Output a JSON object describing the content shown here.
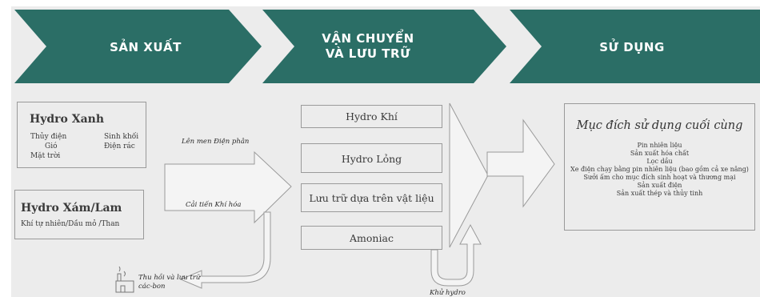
{
  "chevrons": {
    "production": "SẢN XUẤT",
    "transport_line1": "VẬN CHUYỂN",
    "transport_line2": "VÀ LƯU TRỮ",
    "usage": "SỬ DỤNG"
  },
  "green_hydrogen": {
    "title": "Hydro Xanh",
    "sources_left": [
      "Thủy điện",
      "Gió",
      "Mặt trời"
    ],
    "sources_right": [
      "Sinh khối",
      "Điện rác"
    ]
  },
  "grey_blue_hydrogen": {
    "title": "Hydro Xám/Lam",
    "sources": "Khí tự nhiên/Dầu mỏ /Than"
  },
  "processes": {
    "upper": "Lên men Điện phân",
    "lower": "Cải tiến Khí hóa"
  },
  "storage": [
    "Hydro Khí",
    "Hydro Lỏng",
    "Lưu trữ dựa trên vật liệu",
    "Amoniac"
  ],
  "carbon_capture": {
    "line1": "Thu hồi và lưu trữ",
    "line2": "các-bon"
  },
  "dehydrogenation": "Khử hydro",
  "end_use": {
    "title": "Mục đích sử dụng cuối cùng",
    "items": [
      "Pin nhiên liệu",
      "Sản xuất hóa chất",
      "Lọc dầu",
      "Xe điện chạy bằng pin nhiên liệu (bao gồm cả xe nâng)",
      "Sưởi ấm cho mục đích sinh hoạt và thương mại",
      "Sản xuất điện",
      "Sản xuất thép và thủy tinh"
    ]
  },
  "colors": {
    "chevron": "#2b6e66",
    "panel": "#ececec",
    "stroke": "#9a9a9a"
  }
}
